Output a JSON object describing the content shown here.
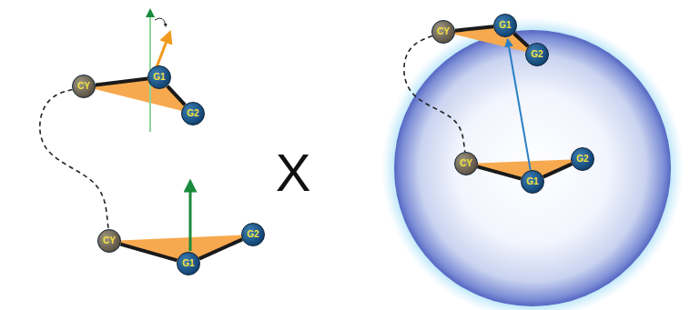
{
  "diagram": {
    "nodes": [
      {
        "text": [
          "CY"
        ]
      },
      {
        "text": [
          "G1"
        ]
      },
      {
        "text": [
          "G2"
        ]
      },
      {
        "text": [
          "CY"
        ]
      },
      {
        "text": [
          "G1"
        ]
      },
      {
        "text": [
          "G2"
        ]
      },
      {
        "text": [
          "CY"
        ]
      },
      {
        "text": [
          "G1"
        ]
      },
      {
        "text": [
          "G2"
        ]
      },
      {
        "text": [
          "CY"
        ]
      },
      {
        "text": [
          "G1"
        ]
      },
      {
        "text": [
          "G2"
        ]
      }
    ],
    "edges": [
      {
        "from": 0,
        "to": 1,
        "arrow": "none"
      },
      {
        "from": 1,
        "to": 2,
        "arrow": "none"
      },
      {
        "from": 3,
        "to": 4,
        "arrow": "none"
      },
      {
        "from": 4,
        "to": 5,
        "arrow": "none"
      },
      {
        "from": 0,
        "to": 3,
        "arrow": "none"
      },
      {
        "from": 6,
        "to": 7,
        "arrow": "none"
      },
      {
        "from": 7,
        "to": 8,
        "arrow": "none"
      },
      {
        "from": 9,
        "to": 10,
        "arrow": "none"
      },
      {
        "from": 10,
        "to": 11,
        "arrow": "none"
      },
      {
        "from": 6,
        "to": 9,
        "arrow": "none"
      },
      {
        "from": 10,
        "to": 7,
        "arrow": "to"
      }
    ],
    "labels": [
      "X"
    ]
  }
}
